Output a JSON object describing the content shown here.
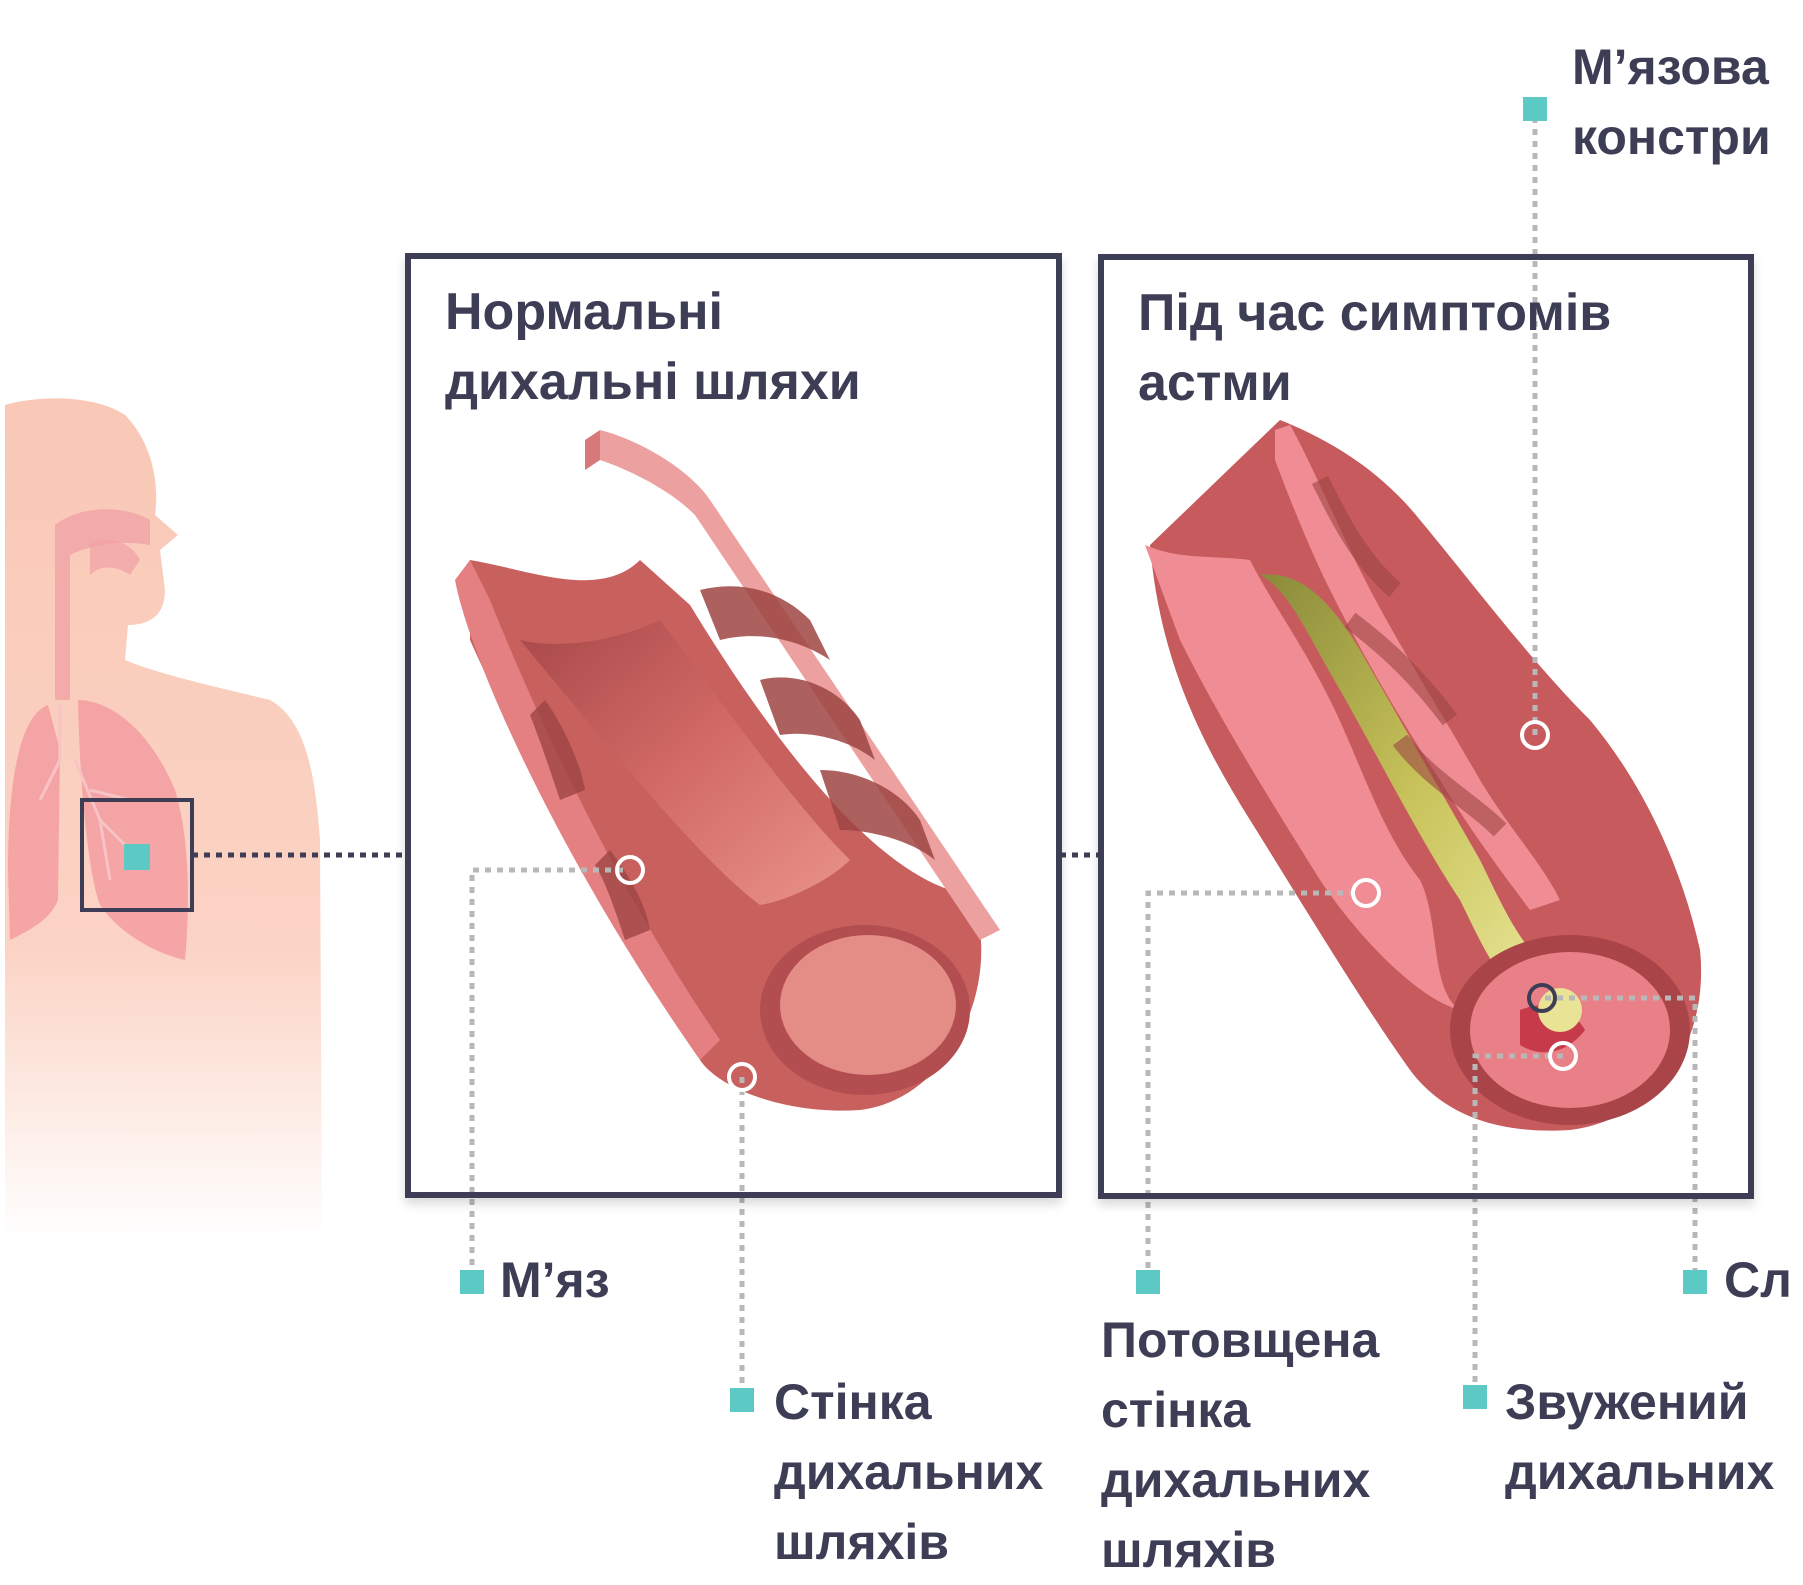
{
  "panels": {
    "normal": {
      "title_line1": "Нормальні",
      "title_line2": "дихальні шляхи"
    },
    "asthma": {
      "title_line1": "Під час симптомів",
      "title_line2": "астми"
    }
  },
  "labels": {
    "muscle_constriction": {
      "line1": "М’язова",
      "line2": "констри"
    },
    "muscle": "М’яз",
    "airway_wall": {
      "line1": "Стінка",
      "line2": "дихальних",
      "line3": "шляхів"
    },
    "thickened_wall": {
      "line1": "Потовщена",
      "line2": "стінка",
      "line3": "дихальних",
      "line4": "шляхів"
    },
    "narrowed": {
      "line1": "Звужений",
      "line2": "дихальних"
    },
    "mucus": "Сл"
  },
  "colors": {
    "marker": "#5cc9c4",
    "frame": "#3d3d55",
    "body": "#f9c8b6",
    "tissue": "#e8727a",
    "mucus": "#c8c35a",
    "leader": "#b8b8b8"
  }
}
